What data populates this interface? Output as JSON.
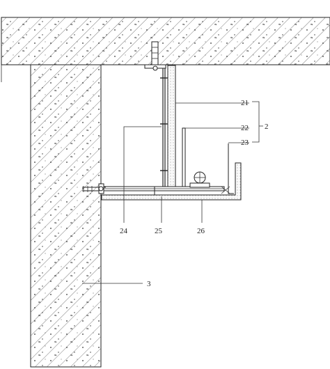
{
  "figure": {
    "callouts": {
      "c21": "21",
      "c22": "22",
      "c23": "23",
      "c2": "2",
      "c24": "24",
      "c25": "25",
      "c26": "26",
      "c3": "3"
    }
  },
  "colors": {
    "ink": "#222222",
    "concrete_fill": "#ffffff",
    "panel_fill": "#fafafa"
  }
}
